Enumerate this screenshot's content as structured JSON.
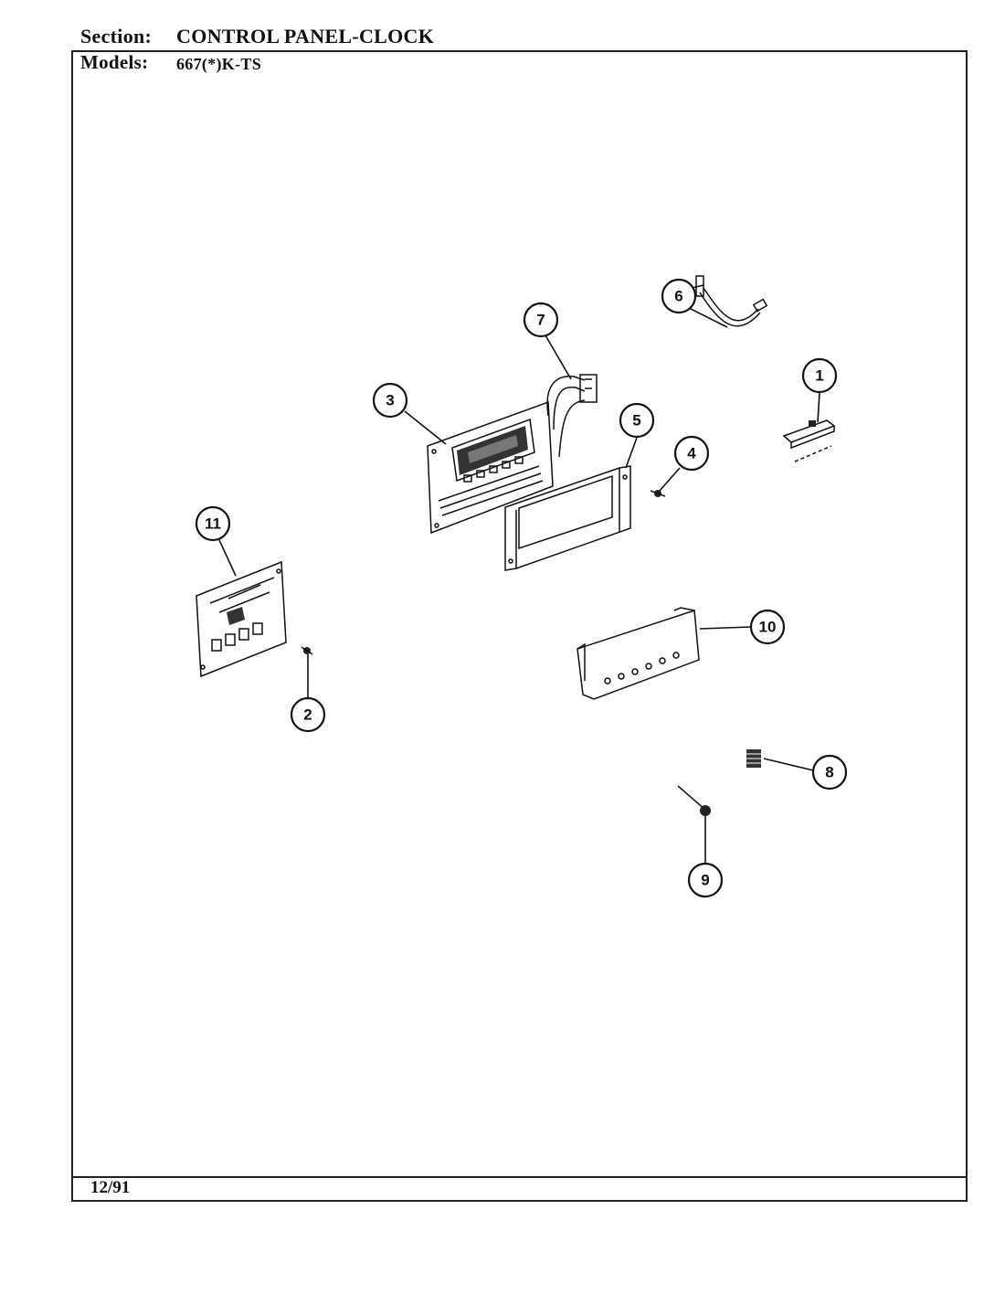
{
  "header": {
    "section_label": "Section:",
    "section_value": "CONTROL PANEL-CLOCK",
    "models_label": "Models:",
    "models_value": "667(*)K-TS"
  },
  "footer": {
    "date_code": "12/91"
  },
  "callouts": {
    "c1": "1",
    "c2": "2",
    "c3": "3",
    "c4": "4",
    "c5": "5",
    "c6": "6",
    "c7": "7",
    "c8": "8",
    "c9": "9",
    "c10": "10",
    "c11": "11"
  }
}
